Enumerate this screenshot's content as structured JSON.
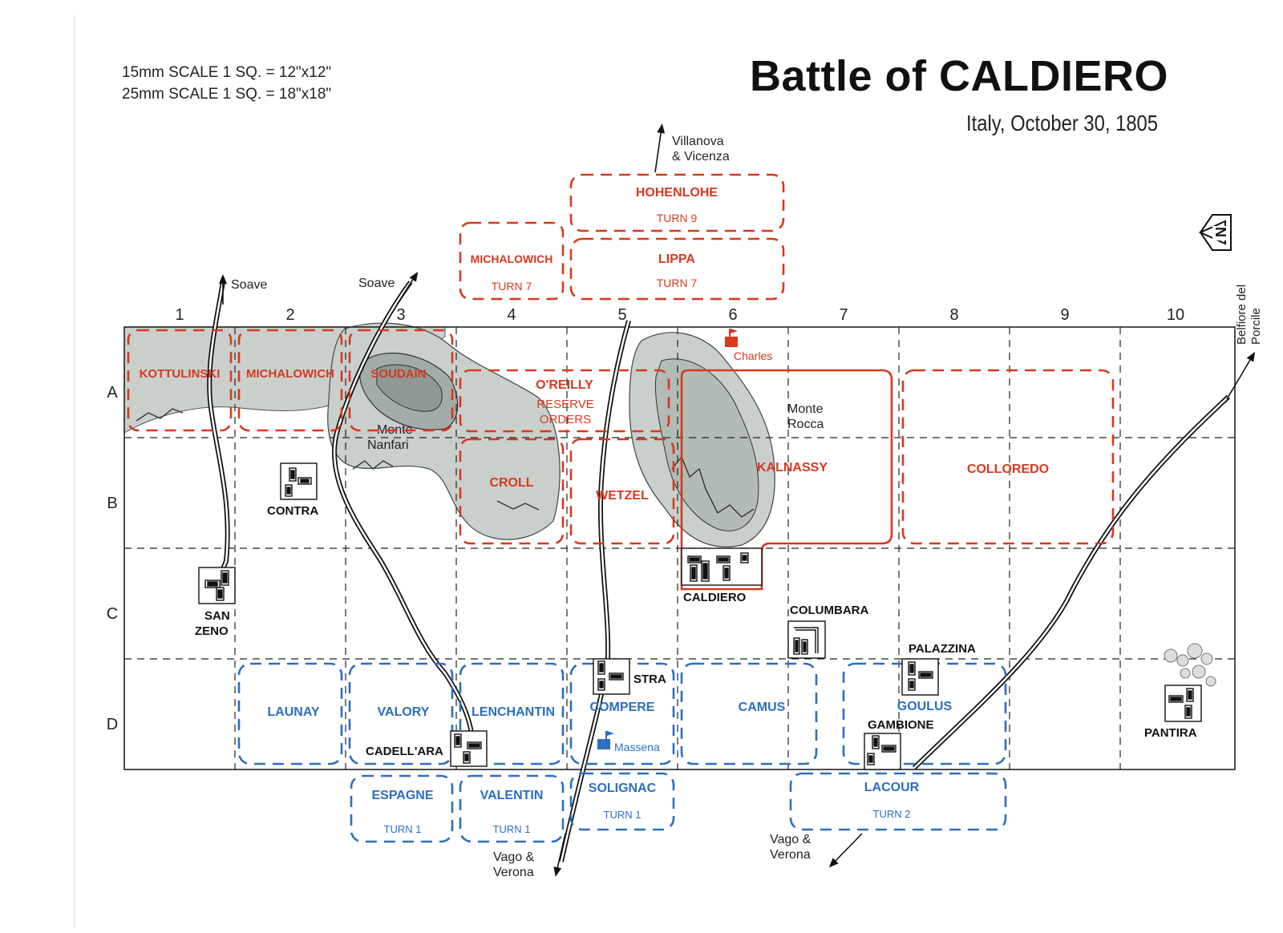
{
  "header": {
    "scale_15mm": "15mm SCALE 1 SQ. = 12\"x12\"",
    "scale_25mm": "25mm SCALE 1 SQ. = 18\"x18\"",
    "title": "Battle of CALDIERO",
    "subtitle": "Italy, October 30, 1805"
  },
  "colors": {
    "austrian": "#d9381e",
    "french": "#2a6fc0",
    "hill": "#c9d0cc",
    "hill_dark": "#a3aca6",
    "grid": "#222222"
  },
  "grid": {
    "columns": [
      "1",
      "2",
      "3",
      "4",
      "5",
      "6",
      "7",
      "8",
      "9",
      "10"
    ],
    "rows": [
      "A",
      "B",
      "C",
      "D"
    ]
  },
  "hills": {
    "monte_nanfari": "Monte\nNanfari",
    "monte_rocca": "Monte\nRocca"
  },
  "roads": {
    "soave_1": "Soave",
    "soave_2": "Soave",
    "villanova": "Villanova\n& Vicenza",
    "belfiore": "Belfiore del\nPorcile",
    "vago_verona_1": "Vago &\nVerona",
    "vago_verona_2": "Vago &\nVerona"
  },
  "compass": {
    "label": "N"
  },
  "austrian_units": {
    "kottulinski": "KOTTULINSKI",
    "michalowich_a": "MICHALOWICH",
    "soudain": "SOUDAIN",
    "oreilly": "O'REILLY",
    "reserve_orders": "RESERVE\nORDERS",
    "croll": "CROLL",
    "wetzel": "WETZEL",
    "kalnassy": "KALNASSY",
    "colloredo": "COLLOREDO",
    "hohenlohe": "HOHENLOHE",
    "hohenlohe_turn": "TURN 9",
    "michalowich_r": "MICHALOWICH",
    "michalowich_r_turn": "TURN 7",
    "lippa": "LIPPA",
    "lippa_turn": "TURN 7",
    "commander": "Charles"
  },
  "french_units": {
    "launay": "LAUNAY",
    "valory": "VALORY",
    "lenchantin": "LENCHANTIN",
    "compere": "COMPERE",
    "camus": "CAMUS",
    "goulus": "GOULUS",
    "espagne": "ESPAGNE",
    "espagne_turn": "TURN 1",
    "valentin": "VALENTIN",
    "valentin_turn": "TURN 1",
    "solignac": "SOLIGNAC",
    "solignac_turn": "TURN 1",
    "lacour": "LACOUR",
    "lacour_turn": "TURN 2",
    "commander": "Massena"
  },
  "towns": {
    "contra": "CONTRA",
    "san_zeno": "SAN\nZENO",
    "caldiero": "CALDIERO",
    "columbara": "COLUMBARA",
    "stra": "STRA",
    "palazzina": "PALAZZINA",
    "gambione": "GAMBIONE",
    "cadellara": "CADELL'ARA",
    "pantira": "PANTIRA"
  }
}
